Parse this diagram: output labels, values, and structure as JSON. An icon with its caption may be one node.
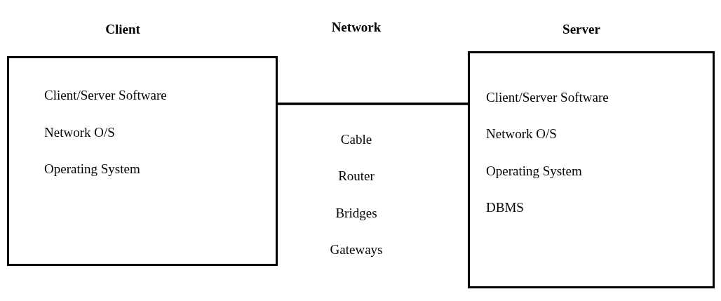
{
  "diagram": {
    "nodes": [
      {
        "text": [
          "Client",
          "Client/Server Software",
          "Network O/S",
          "Operating System"
        ]
      },
      {
        "text": [
          "Server",
          "Client/Server Software",
          "Network O/S",
          "Operating System",
          "DBMS"
        ]
      }
    ],
    "edges": [
      {
        "from": 0,
        "to": 1,
        "arrow": "none"
      }
    ],
    "labels": [
      "Network",
      "Cable",
      "Router",
      "Bridges",
      "Gateways"
    ]
  }
}
